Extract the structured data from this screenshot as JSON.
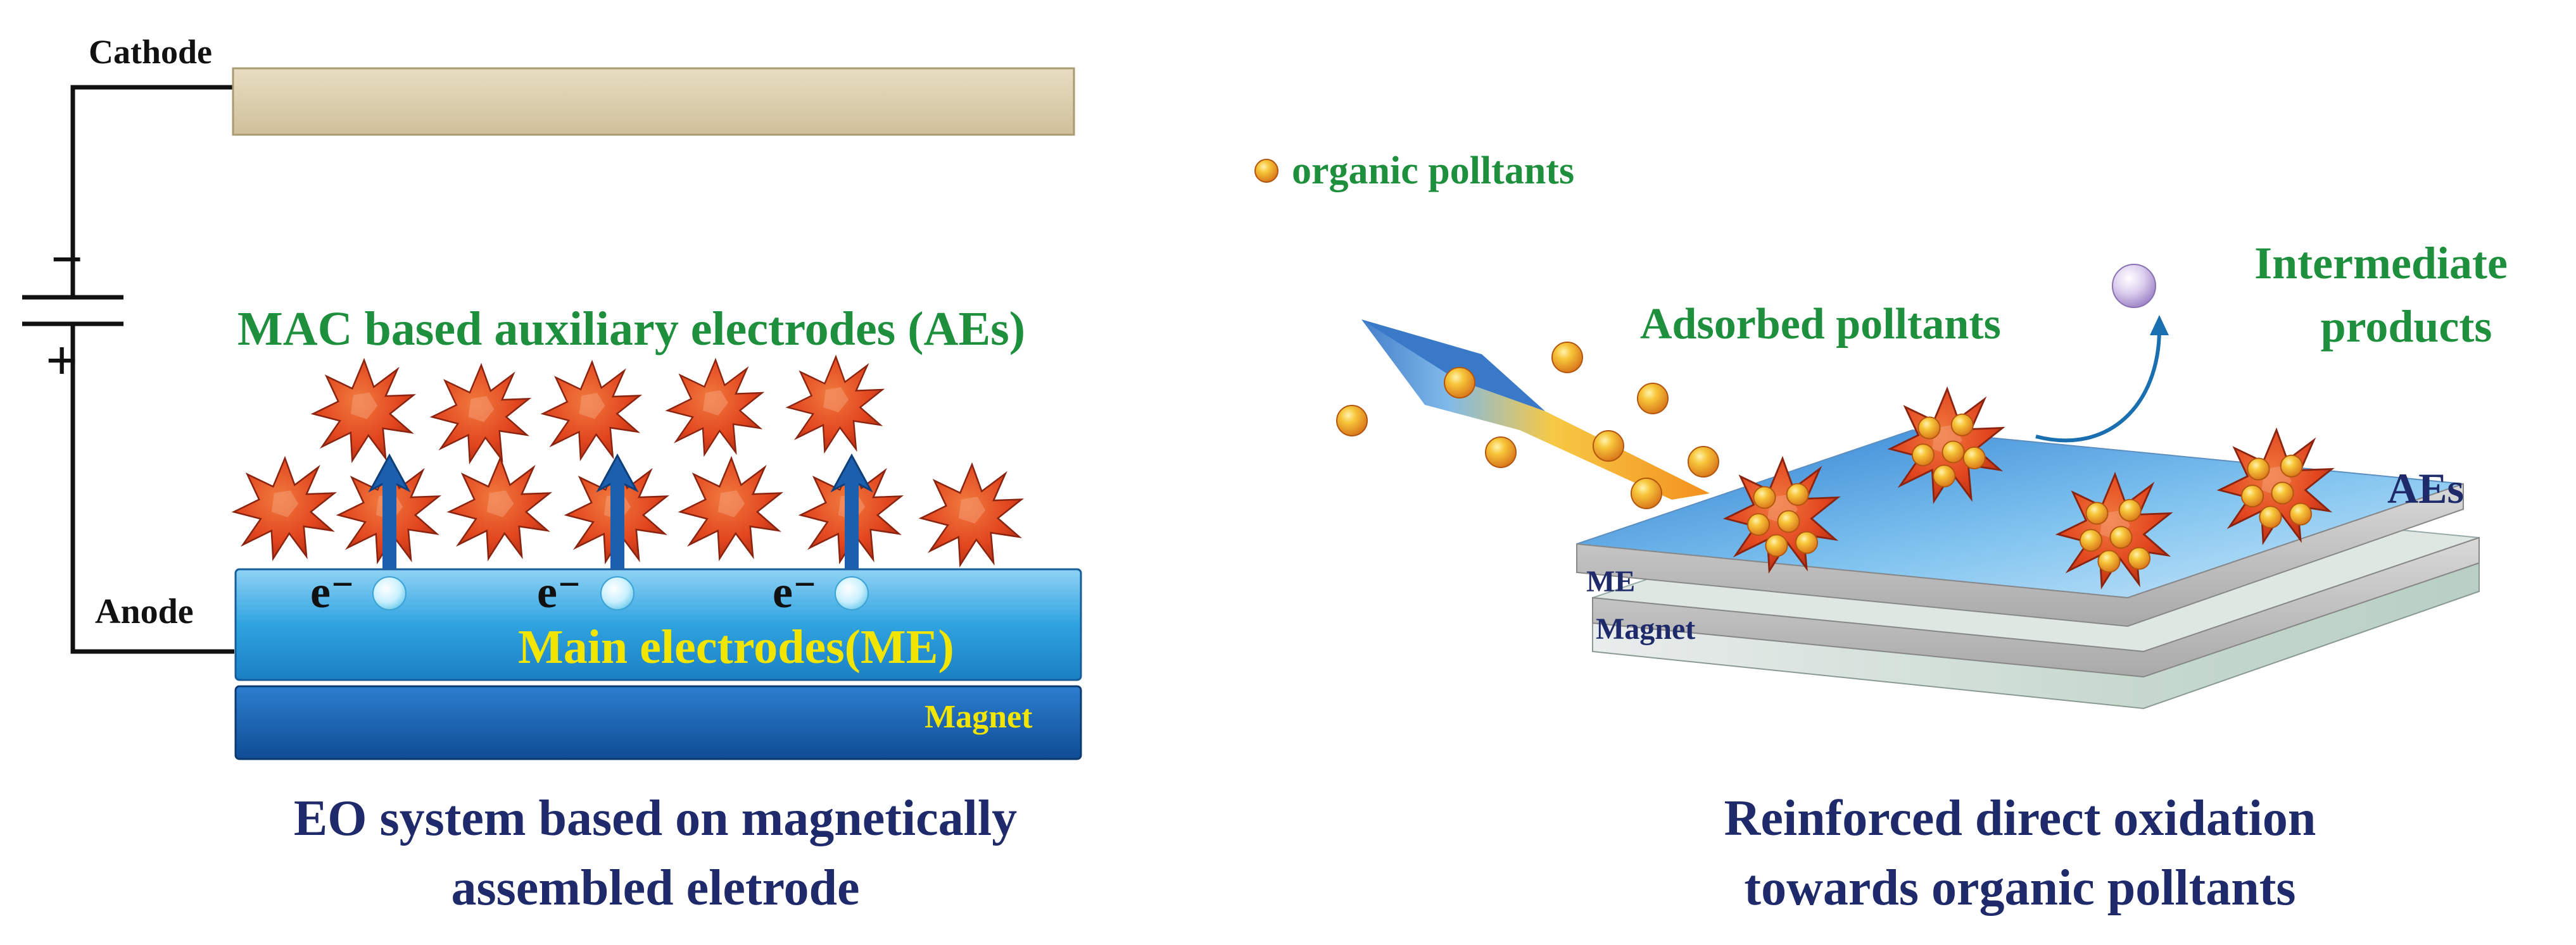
{
  "left_panel": {
    "cathode_label": "Cathode",
    "anode_label": "Anode",
    "battery_minus": "−",
    "battery_plus": "+",
    "aes_label": "MAC based auxiliary electrodes (AEs)",
    "electron_label": "e⁻",
    "me_label": "Main electrodes(ME)",
    "magnet_label": "Magnet",
    "caption_line1": "EO system based on magnetically",
    "caption_line2": "assembled eletrode"
  },
  "right_panel": {
    "legend_label": "organic polltants",
    "adsorbed_label": "Adsorbed polltants",
    "intermediate_line1": "Intermediate",
    "intermediate_line2": "products",
    "aes_label": "AEs",
    "me_label": "ME",
    "magnet_label": "Magnet",
    "caption_line1": "Reinforced direct oxidation",
    "caption_line2": "towards organic polltants"
  },
  "colors": {
    "green_label": "#1e8f3c",
    "navy_label": "#1f2a6b",
    "yellow_label": "#f2e600",
    "cathode_fill": "#dccfae",
    "me_blue": "#2fa3e0",
    "magnet_blue": "#1a64b8",
    "aes_red": "#e2461f",
    "pollutant_orange": "#f2a11a"
  }
}
